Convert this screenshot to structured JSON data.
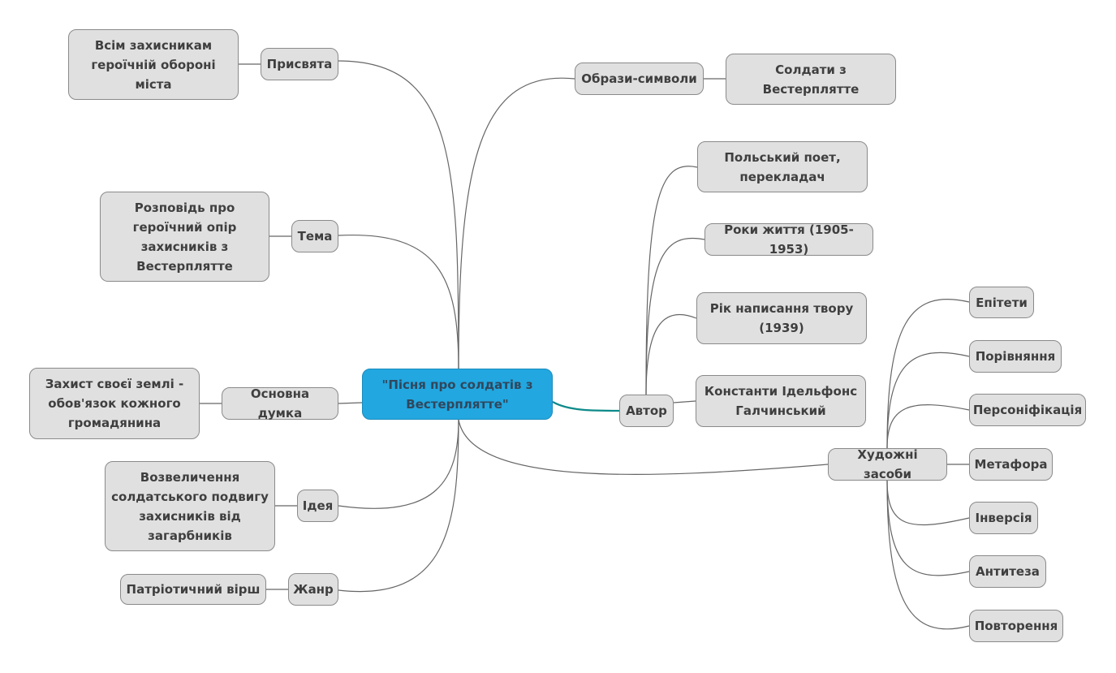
{
  "colors": {
    "central_fill": "#22a7e0",
    "node_fill": "#e0e0e0",
    "link": "#666666",
    "author_link": "#0e8a8a"
  },
  "central": {
    "label": "\"Пісня про солдатів з Вестерплятте\""
  },
  "left": {
    "dedication": {
      "label": "Присвята",
      "detail": "Всім захисникам героїчній обороні міста"
    },
    "theme": {
      "label": "Тема",
      "detail": "Розповідь про героїчний опір захисників з Вестерплятте"
    },
    "main_idea": {
      "label": "Основна думка",
      "detail": "Захист своєї землі - обов'язок кожного громадянина"
    },
    "idea": {
      "label": "Ідея",
      "detail": "Возвеличення солдатського подвигу захисників від загарбників"
    },
    "genre": {
      "label": "Жанр",
      "detail": "Патріотичний вірш"
    }
  },
  "right": {
    "symbols": {
      "label": "Образи-символи",
      "detail": "Солдати з Вестерплятте"
    },
    "author": {
      "label": "Автор",
      "items": [
        "Польський поет, перекладач",
        "Роки життя (1905-1953)",
        "Рік написання твору (1939)",
        "Константи Ідельфонс Галчинський"
      ]
    },
    "devices": {
      "label": "Художні засоби",
      "items": [
        "Епітети",
        "Порівняння",
        "Персоніфікація",
        "Метафора",
        "Інверсія",
        "Антитеза",
        "Повторення"
      ]
    }
  }
}
